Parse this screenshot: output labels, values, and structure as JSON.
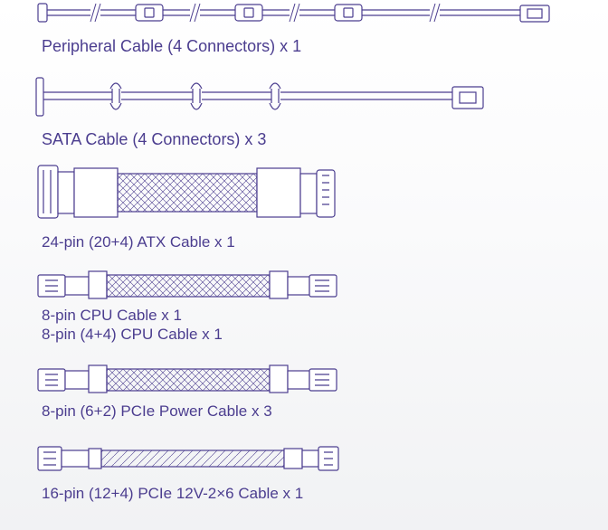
{
  "accent_color": "#4b3d8f",
  "cables": [
    {
      "label": "Peripheral Cable (4 Connectors) x 1"
    },
    {
      "label": "SATA Cable (4 Connectors) x 3"
    },
    {
      "label": "24-pin (20+4) ATX Cable x 1"
    },
    {
      "label": "8-pin CPU Cable x 1"
    },
    {
      "label": "8-pin (4+4) CPU Cable x 1"
    },
    {
      "label": "8-pin (6+2) PCIe Power  Cable x 3"
    },
    {
      "label": "16-pin (12+4) PCIe 12V-2×6 Cable x 1"
    }
  ]
}
